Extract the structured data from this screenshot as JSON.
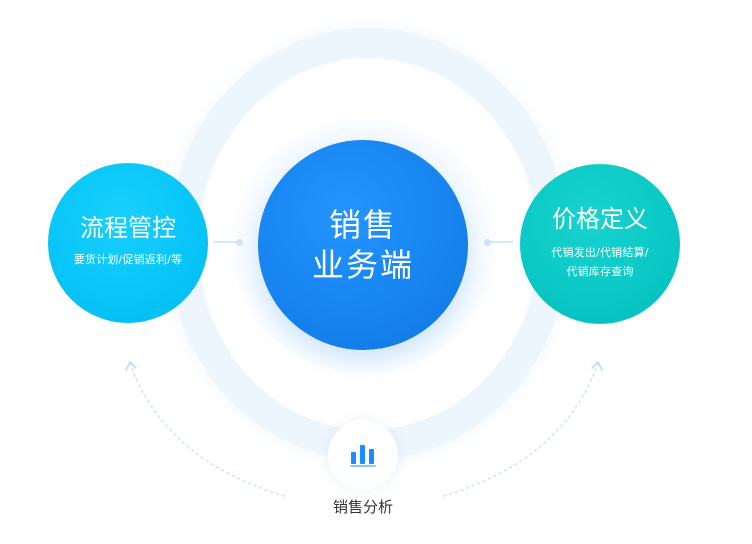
{
  "center": {
    "title": "销售\n业务端"
  },
  "left": {
    "title": "流程管控",
    "subtitle": "要货计划/促销返利/等"
  },
  "right": {
    "title": "价格定义",
    "subtitle": "代销发出/代销结算/代销库存查询"
  },
  "bottom": {
    "label": "销售分析",
    "icon": "bar-chart-icon"
  },
  "colors": {
    "center": "#1784ef",
    "left": "#08c4f7",
    "right": "#0ac8c5",
    "ring": "#eef6fd",
    "accent_icon": "#1a8cff"
  }
}
